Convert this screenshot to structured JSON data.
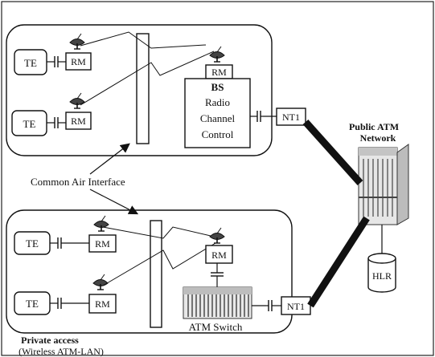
{
  "diagram": {
    "labels": {
      "te": "TE",
      "rm": "RM",
      "nt1": "NT1",
      "bs": "BS",
      "bs_line2": "Radio",
      "bs_line3": "Channel",
      "bs_line4": "Control",
      "common_air_interface": "Common Air Interface",
      "public_atm_line1": "Public ATM",
      "public_atm_line2": "Network",
      "hlr": "HLR",
      "atm_switch": "ATM Switch",
      "private_access": "Private access",
      "wireless_atm_lan": "(Wireless ATM-LAN)"
    }
  }
}
